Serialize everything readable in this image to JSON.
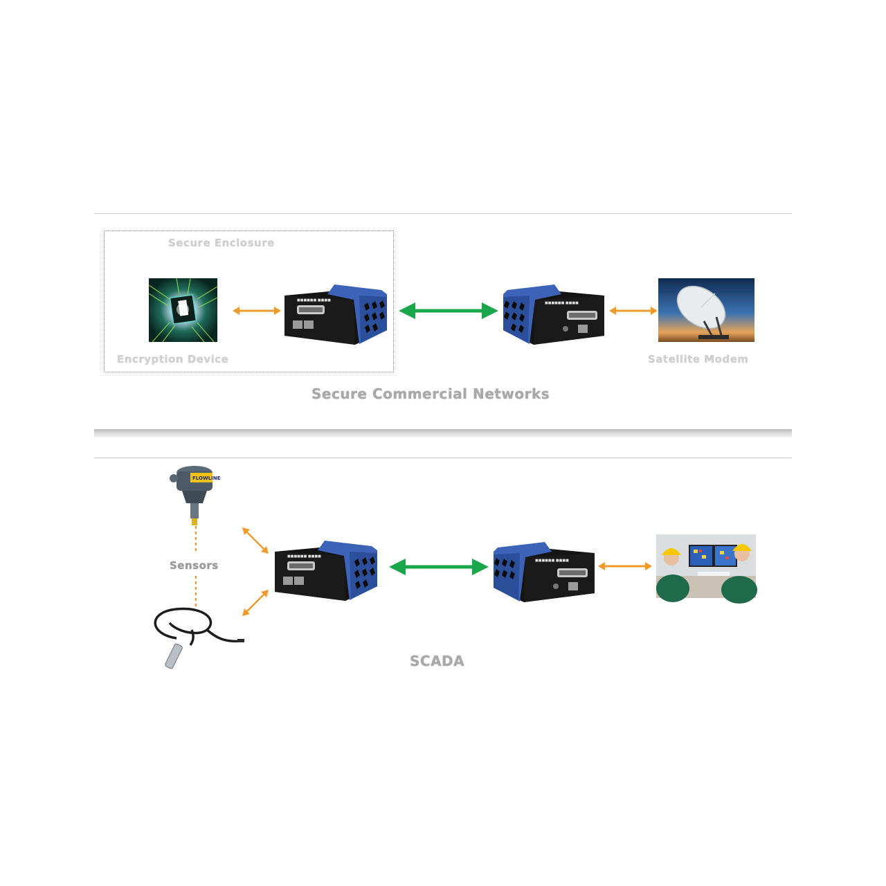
{
  "secure_networks": {
    "enclosure_label": "Secure Enclosure",
    "encryption_label": "Encryption Device",
    "satellite_label": "Satellite Modem",
    "caption": "Secure Commercial Networks"
  },
  "scada": {
    "sensors_label": "Sensors",
    "caption": "SCADA",
    "sensor_brand": "FLOWLINE"
  },
  "colors": {
    "device_blue": "#3d63b8",
    "device_black": "#121212",
    "link_green": "#1aa64a",
    "link_orange": "#f09a2a",
    "label_gray": "#9a9a9a"
  }
}
